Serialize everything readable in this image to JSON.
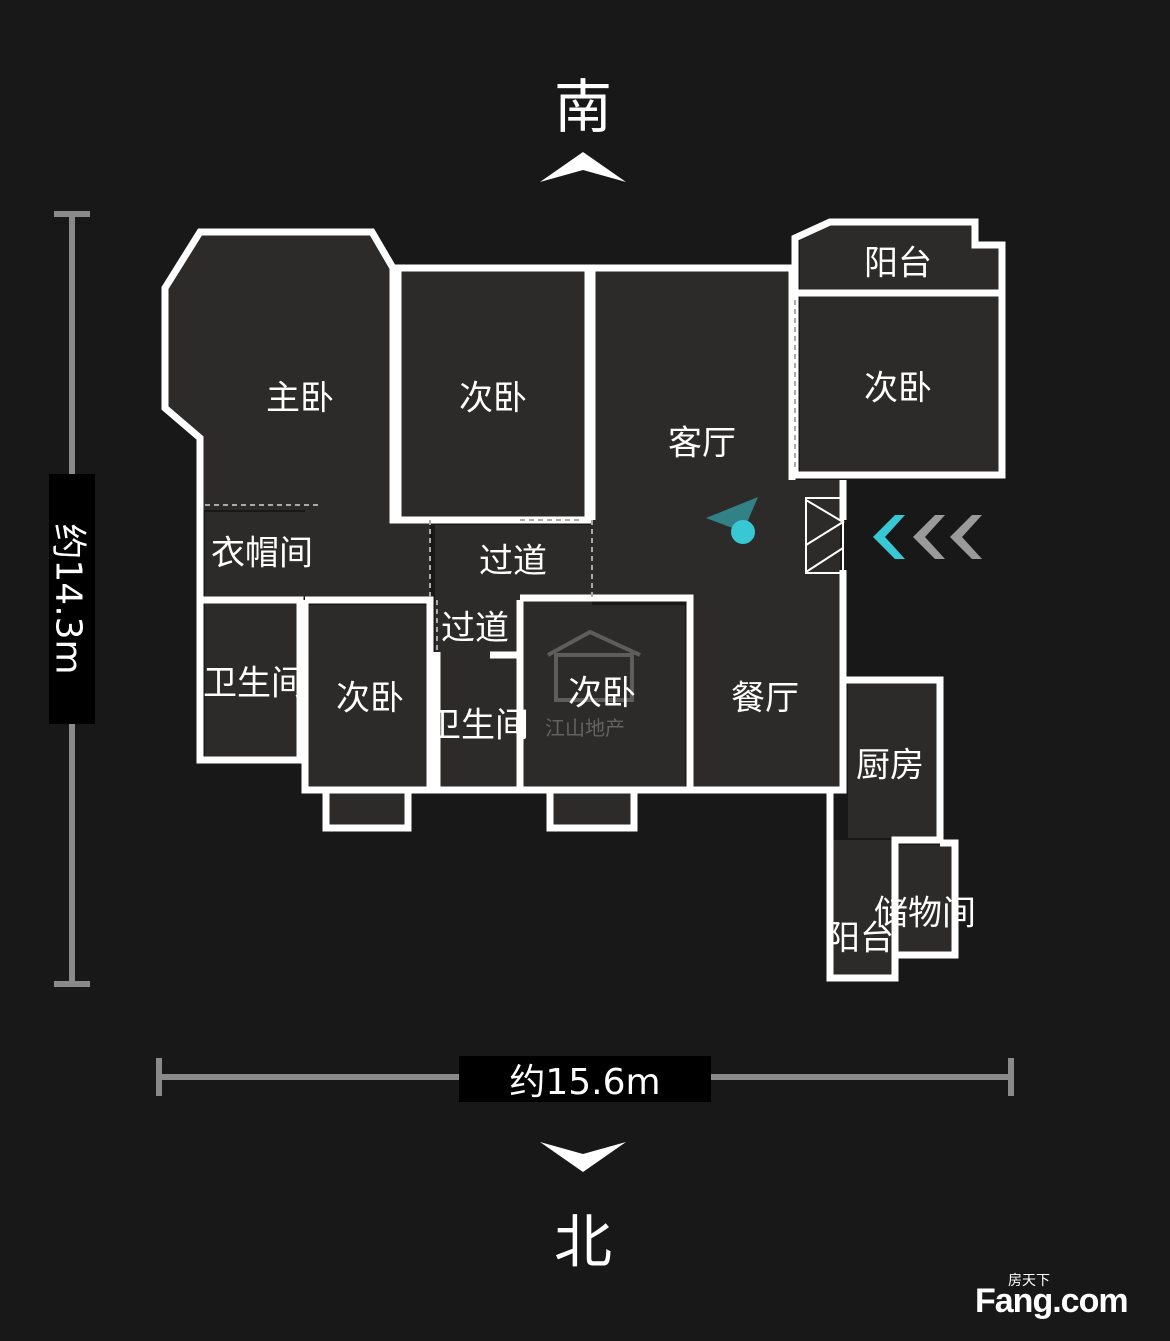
{
  "compass": {
    "south": "南",
    "north": "北"
  },
  "dimensions": {
    "height_label": "约14.3m",
    "width_label": "约15.6m"
  },
  "rooms": {
    "master_bedroom": "主卧",
    "bedroom_top": "次卧",
    "living_room": "客厅",
    "balcony_top": "阳台",
    "bedroom_right": "次卧",
    "cloakroom": "衣帽间",
    "hallway_1": "过道",
    "hallway_2": "过道",
    "bathroom_left": "卫生间",
    "bedroom_bottom_left": "次卧",
    "bathroom_mid": "卫生间",
    "bedroom_bottom_mid": "次卧",
    "dining_room": "餐厅",
    "kitchen": "厨房",
    "storage": "储物间",
    "balcony_bottom": "阳台"
  },
  "watermark": {
    "cn": "房天下",
    "brand": "Fang.com",
    "inner_logo": "江山地产"
  },
  "colors": {
    "background": "#181818",
    "wall": "#ffffff",
    "floor": "#2c2b2a",
    "accent": "#37c8d4"
  }
}
